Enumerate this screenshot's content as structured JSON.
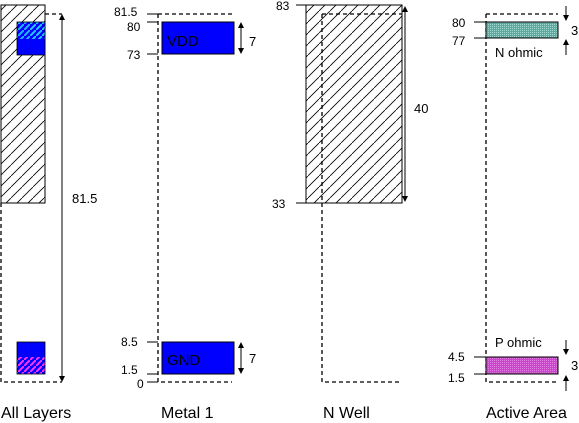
{
  "colors": {
    "metal": "#0000ff",
    "n_ohmic": "#5fa8a0",
    "p_ohmic": "#cc44cc",
    "stroke": "#000000",
    "hatch_n": "#22ccff",
    "hatch_p": "#ff33ff"
  },
  "panels": {
    "all_layers": {
      "caption": "All Layers",
      "total_height": "81.5"
    },
    "metal1": {
      "caption": "Metal 1",
      "ticks": [
        "81.5",
        "80",
        "73",
        "8.5",
        "1.5",
        "0"
      ],
      "vdd_label": "VDD",
      "gnd_label": "GND",
      "vdd_height": "7",
      "gnd_height": "7"
    },
    "nwell": {
      "caption": "N Well",
      "ticks": [
        "83",
        "33"
      ],
      "height": "40"
    },
    "active": {
      "caption": "Active Area",
      "ticks": [
        "80",
        "77",
        "4.5",
        "1.5"
      ],
      "n_label": "N ohmic",
      "p_label": "P ohmic",
      "n_height": "3",
      "p_height": "3"
    }
  }
}
